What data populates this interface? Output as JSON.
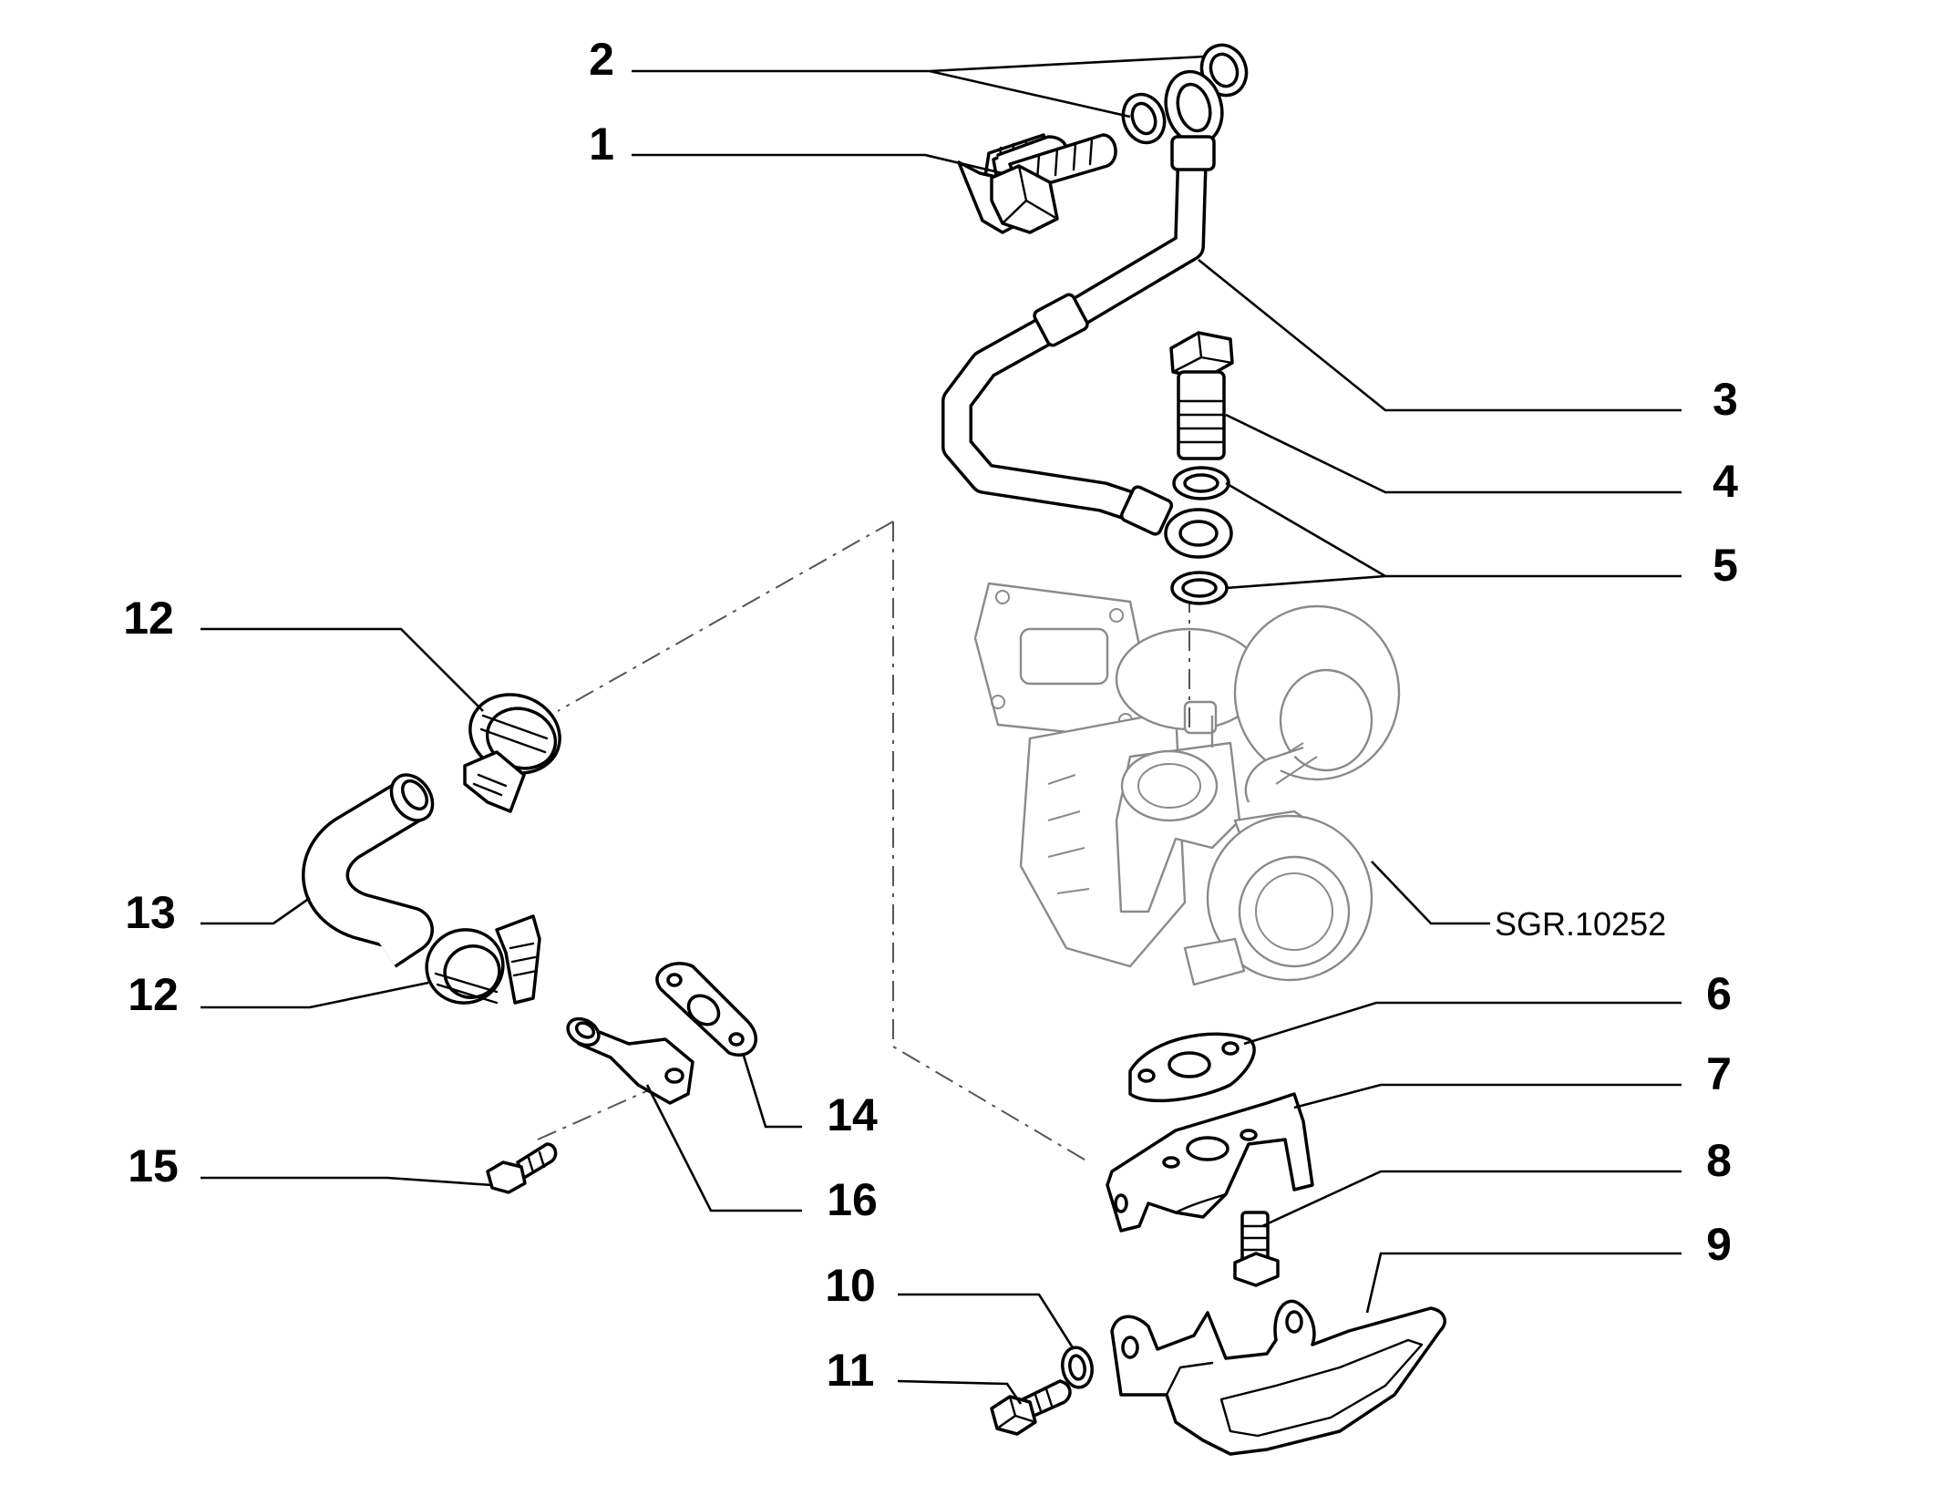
{
  "drawing_ref": "SGR.10252",
  "callouts": {
    "c1": "1",
    "c2": "2",
    "c3": "3",
    "c4": "4",
    "c5": "5",
    "c6": "6",
    "c7": "7",
    "c8": "8",
    "c9": "9",
    "c10": "10",
    "c11": "11",
    "c12a": "12",
    "c12b": "12",
    "c13": "13",
    "c14": "14",
    "c15": "15",
    "c16": "16"
  },
  "icons": [
    "bolt-icon",
    "washer-icon",
    "oil-pipe-icon",
    "hose-clamp-icon",
    "hose-icon",
    "gasket-icon",
    "flange-icon",
    "bracket-icon",
    "cover-icon",
    "turbocharger-icon"
  ]
}
